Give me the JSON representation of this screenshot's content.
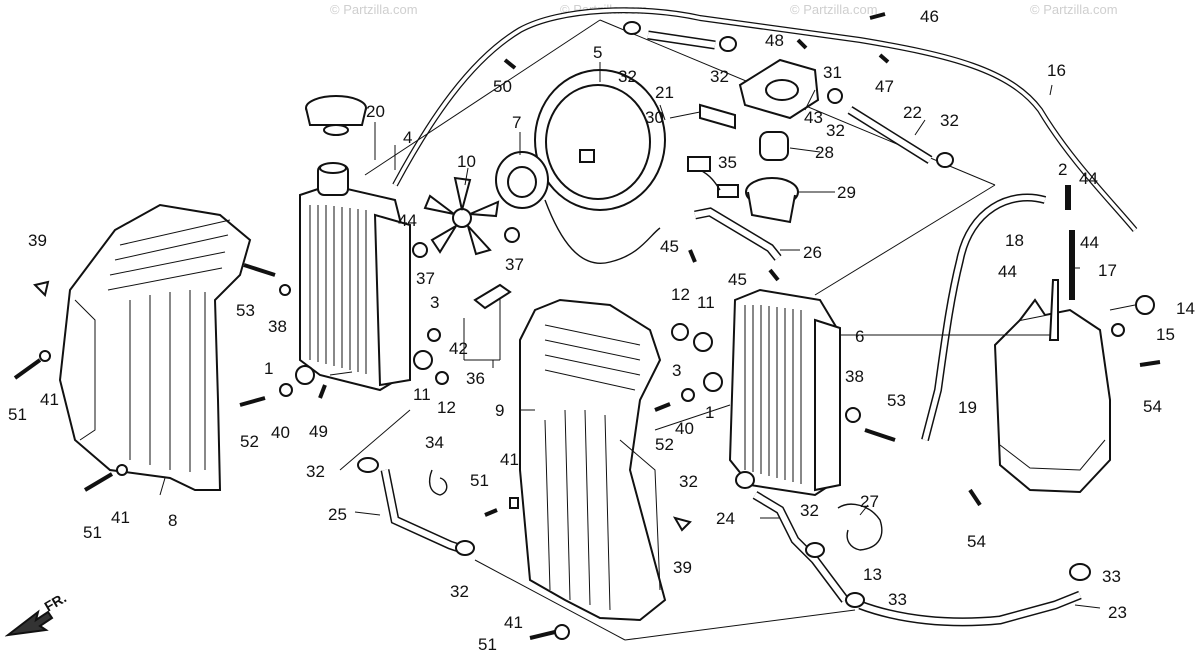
{
  "watermark": "© Partzilla.com",
  "direction_label": "FR.",
  "callouts": [
    "1",
    "1",
    "2",
    "3",
    "3",
    "4",
    "5",
    "6",
    "7",
    "8",
    "9",
    "10",
    "11",
    "11",
    "12",
    "12",
    "13",
    "14",
    "15",
    "16",
    "17",
    "18",
    "19",
    "20",
    "21",
    "22",
    "23",
    "24",
    "25",
    "26",
    "27",
    "28",
    "29",
    "30",
    "31",
    "32",
    "32",
    "32",
    "32",
    "32",
    "32",
    "32",
    "32",
    "33",
    "33",
    "34",
    "35",
    "36",
    "37",
    "37",
    "38",
    "38",
    "39",
    "39",
    "40",
    "40",
    "41",
    "41",
    "41",
    "41",
    "42",
    "43",
    "44",
    "44",
    "44",
    "44",
    "45",
    "45",
    "46",
    "47",
    "48",
    "49",
    "50",
    "51",
    "51",
    "51",
    "51",
    "52",
    "52",
    "53",
    "53",
    "54",
    "54"
  ]
}
